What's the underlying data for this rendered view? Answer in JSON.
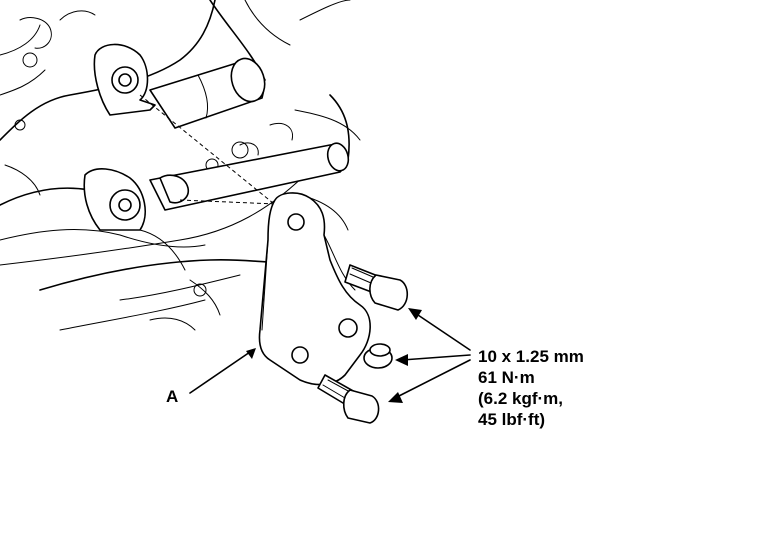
{
  "diagram": {
    "label_a": "A",
    "spec": {
      "line1": "10 x 1.25 mm",
      "line2": "61 N·m",
      "line3": "(6.2 kgf·m,",
      "line4": "45 lbf·ft)"
    },
    "colors": {
      "ink": "#000000",
      "paper": "#ffffff"
    }
  }
}
